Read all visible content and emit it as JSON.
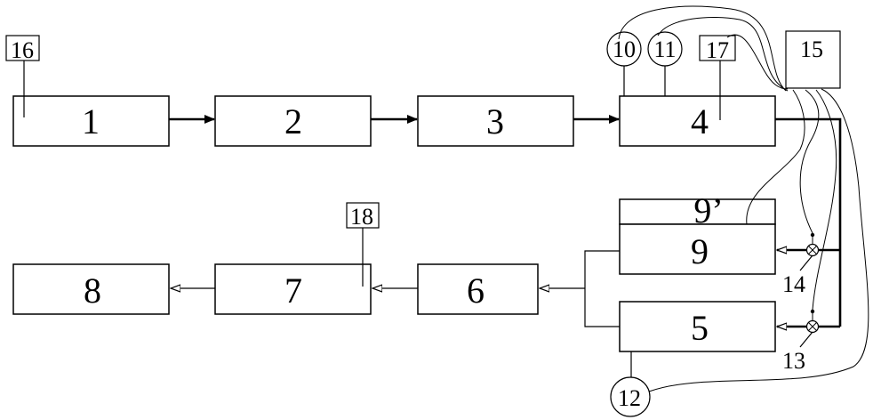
{
  "blocks": {
    "b1": "1",
    "b2": "2",
    "b3": "3",
    "b4": "4",
    "b5": "5",
    "b6": "6",
    "b7": "7",
    "b8": "8",
    "b9": "9",
    "b9p": "9’"
  },
  "tags": {
    "t10": "10",
    "t11": "11",
    "t12": "12",
    "t13": "13",
    "t14": "14",
    "t15": "15",
    "t16": "16",
    "t17": "17",
    "t18": "18"
  }
}
